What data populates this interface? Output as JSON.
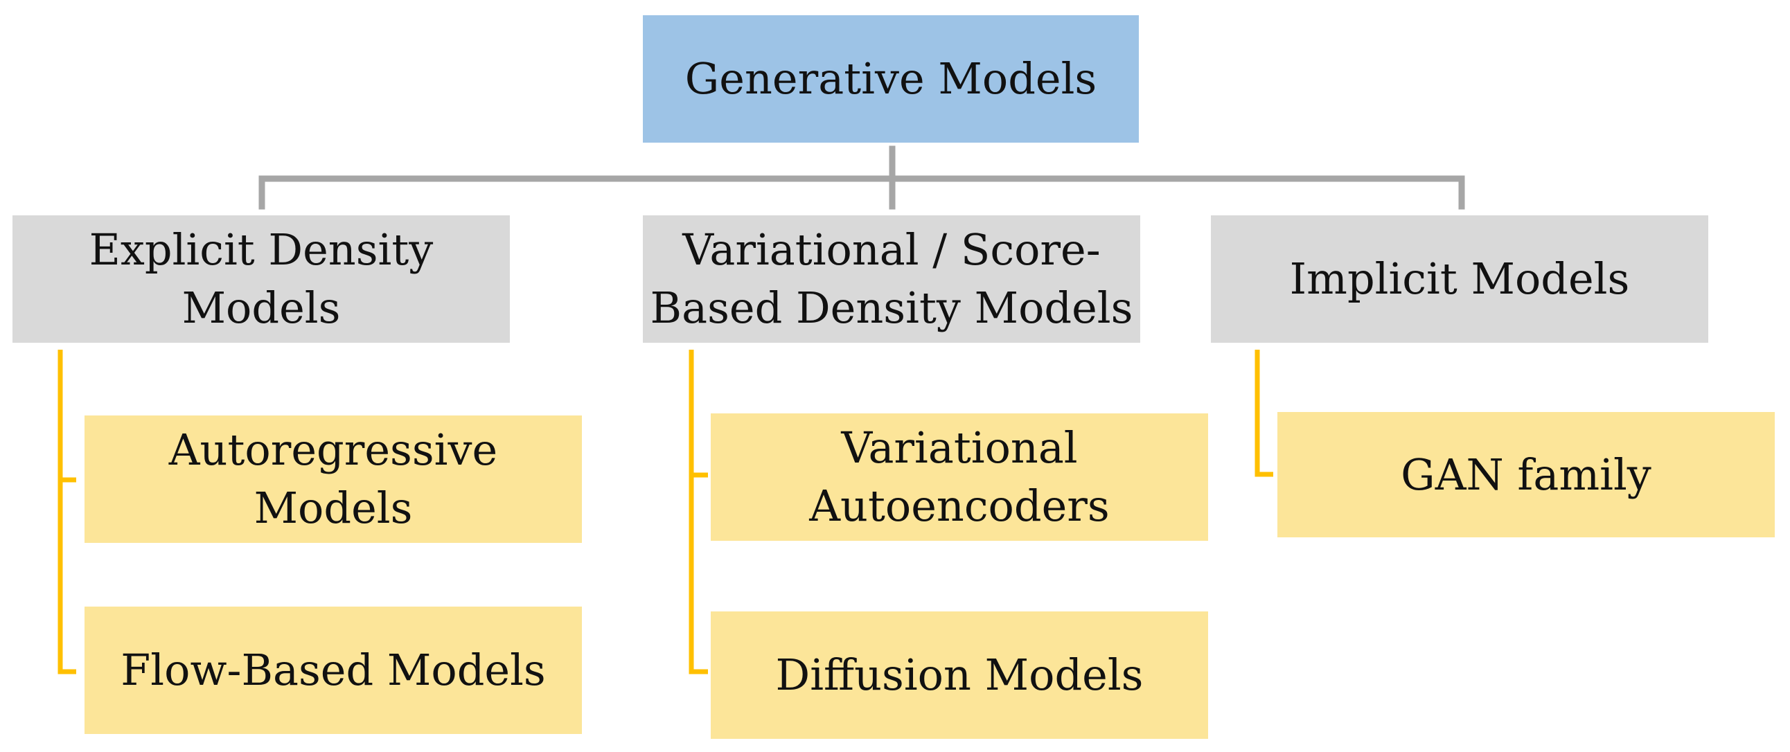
{
  "root": {
    "label": "Generative Models"
  },
  "categories": [
    {
      "label": "Explicit Density Models",
      "children": [
        "Autoregressive Models",
        "Flow-Based Models"
      ]
    },
    {
      "label": "Variational / Score-Based Density Models",
      "children": [
        "Variational Autoencoders",
        "Diffusion Models"
      ]
    },
    {
      "label": "Implicit Models",
      "children": [
        "GAN family"
      ]
    }
  ],
  "colors": {
    "root_fill": "#9dc3e6",
    "category_fill": "#d9d9d9",
    "leaf_fill": "#fce599",
    "root_connector": "#a6a6a6",
    "leaf_connector": "#ffc000"
  }
}
